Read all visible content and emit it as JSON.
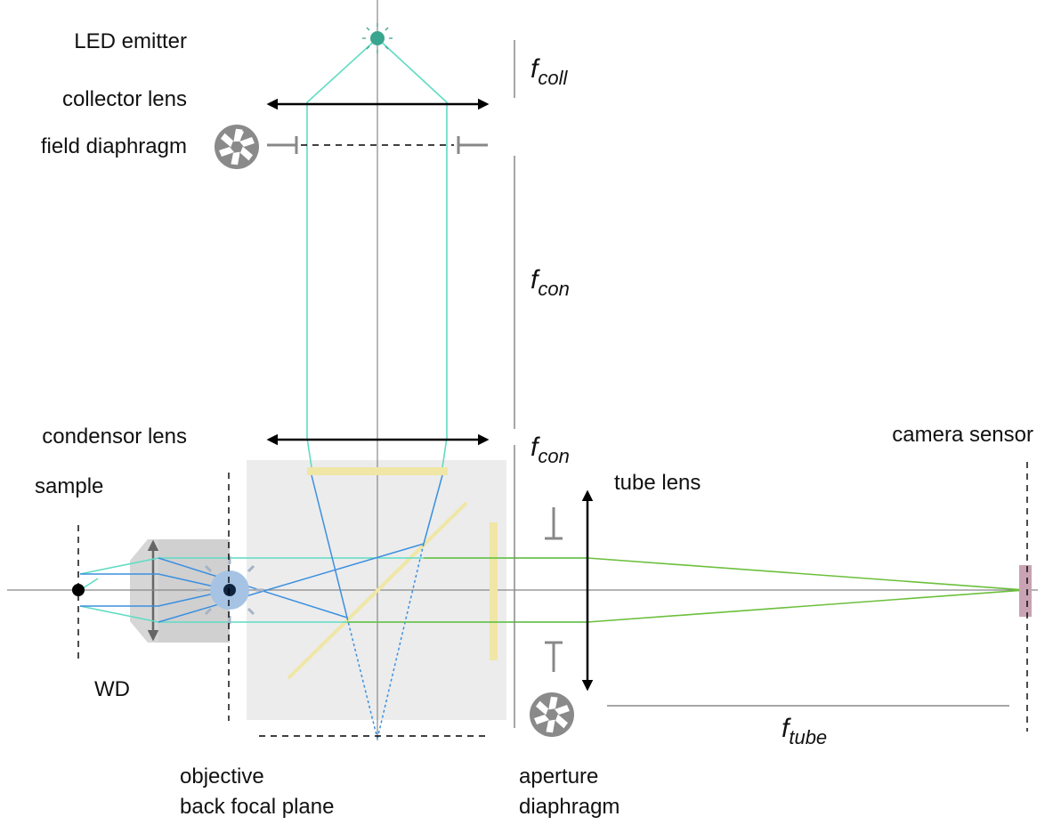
{
  "labels": {
    "led_emitter": "LED emitter",
    "collector_lens": "collector lens",
    "field_diaphragm": "field diaphragm",
    "condensor_lens": "condensor lens",
    "sample": "sample",
    "wd": "WD",
    "objective_line1": "objective",
    "objective_line2": "back focal plane",
    "aperture_line1": "aperture",
    "aperture_line2": "diaphragm",
    "tube_lens": "tube lens",
    "camera_sensor": "camera sensor"
  },
  "focal_lengths": {
    "f_coll": {
      "main": "f",
      "sub": "coll"
    },
    "f_con_upper": {
      "main": "f",
      "sub": "con"
    },
    "f_con_lower": {
      "main": "f",
      "sub": "con"
    },
    "f_tube": {
      "main": "f",
      "sub": "tube"
    }
  },
  "colors": {
    "illumination_ray": "#5fdcc4",
    "excitation_ray": "#3b8fe0",
    "emission_ray": "#6cbf3c",
    "filter": "#f0e6a6",
    "optical_axis": "#888888",
    "cube_fill": "#ececec",
    "objective_fill": "#d0d0d0",
    "sensor": "#c9a3b3",
    "emitter": "#3aa58f"
  }
}
